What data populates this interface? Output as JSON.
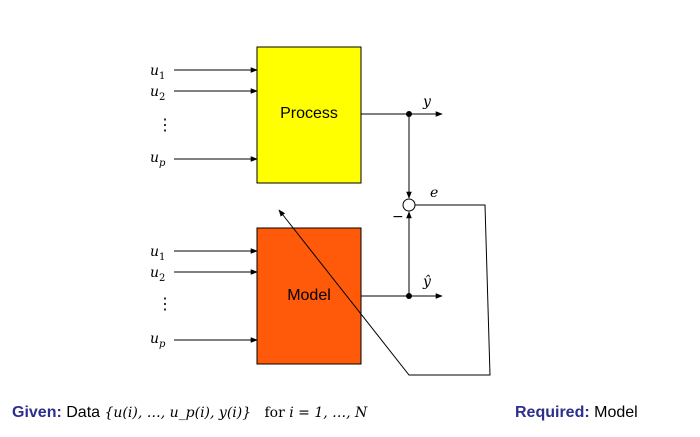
{
  "diagram": {
    "process_label": "Process",
    "model_label": "Model",
    "process_inputs": [
      {
        "sym": "u",
        "sub": "1"
      },
      {
        "sym": "u",
        "sub": "2"
      },
      {
        "sym": "u",
        "sub": "p"
      }
    ],
    "model_inputs": [
      {
        "sym": "u",
        "sub": "1"
      },
      {
        "sym": "u",
        "sub": "2"
      },
      {
        "sym": "u",
        "sub": "p"
      }
    ],
    "output_process": "y",
    "output_model": "ŷ",
    "error_label": "e",
    "minus_sign": "−",
    "vdots": "⋮",
    "colors": {
      "process_fill": "#ffff00",
      "model_fill": "#ff5a0a",
      "line": "#000000",
      "keyword": "#2e2e8c"
    }
  },
  "footer": {
    "given_keyword": "Given:",
    "given_text": "Data",
    "given_formula": "{u(i), …, u_p(i), y(i)}",
    "given_for": "for",
    "given_range": "i = 1, …, N",
    "required_keyword": "Required:",
    "required_text": "Model"
  }
}
